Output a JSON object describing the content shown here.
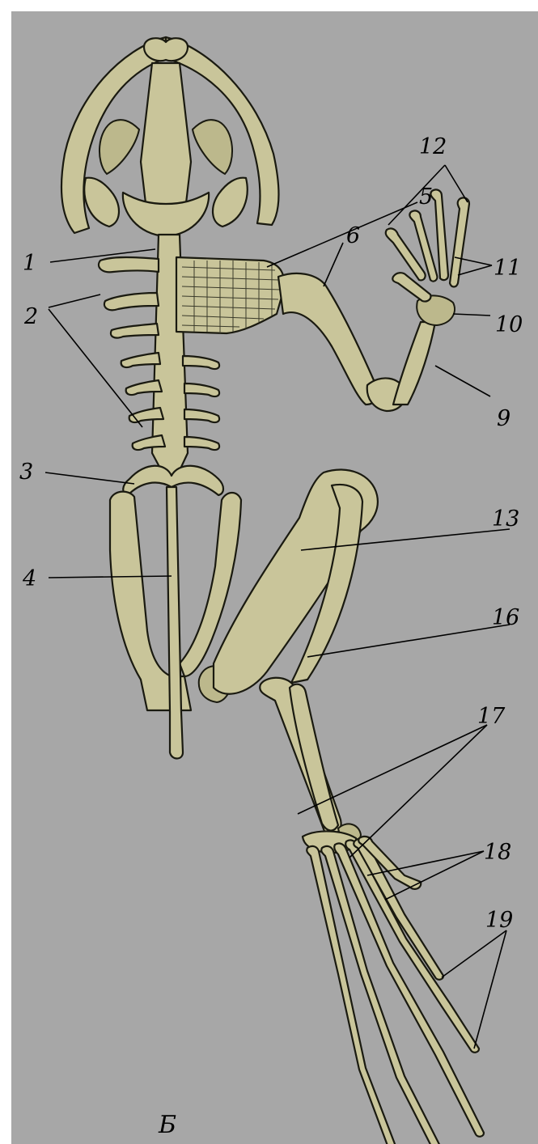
{
  "colors": {
    "background": "#a7a7a7",
    "bone": "#c9c59a",
    "outline": "#1a1a10",
    "frame": "#ffffff"
  },
  "labels": {
    "l1": "1",
    "l2": "2",
    "l3": "3",
    "l4": "4",
    "l5": "5",
    "l6": "6",
    "l9": "9",
    "l10": "10",
    "l11": "11",
    "l12": "12",
    "l13": "13",
    "l16": "16",
    "l17": "17",
    "l18": "18",
    "l19": "19"
  },
  "caption": "Б"
}
